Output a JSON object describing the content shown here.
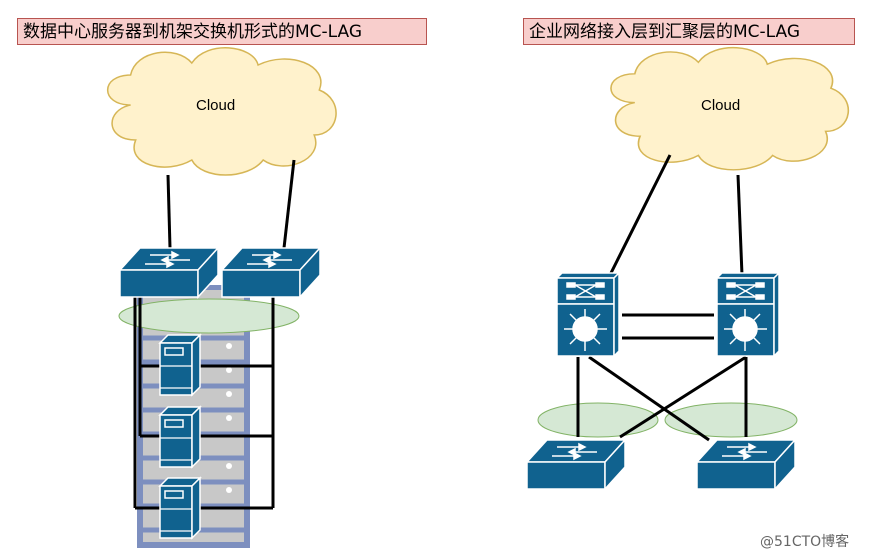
{
  "left": {
    "title": "数据中心服务器到机架交换机形式的MC-LAG",
    "cloud_label": "Cloud"
  },
  "right": {
    "title": "企业网络接入层到汇聚层的MC-LAG",
    "cloud_label": "Cloud"
  },
  "watermark": "@51CTO博客",
  "colors": {
    "device": "#10628f",
    "title_fill": "#f8cecc",
    "title_border": "#b85450",
    "cloud_fill": "#fff2cc",
    "cloud_border": "#d6b656",
    "lag_fill": "#d5e8d4",
    "lag_border": "#82b366",
    "rack": "#7d8fbf"
  }
}
